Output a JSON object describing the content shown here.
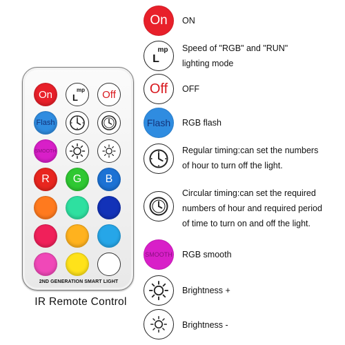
{
  "remote": {
    "label_on": "On",
    "label_off": "Off",
    "label_flash": "Flash",
    "label_smooth": "SMOOTH",
    "label_r": "R",
    "label_g": "G",
    "label_b": "B",
    "mode_icon_sup": "mp",
    "mode_icon_main": "L",
    "footer": "2ND GENERATION SMART LIGHT",
    "caption": "IR Remote Control",
    "colors": {
      "on": "#e8202a",
      "flash": "#2f8ce0",
      "smooth": "#d81fc8",
      "r": "#e8261f",
      "g": "#2fc832",
      "b": "#1c72d4",
      "row5": [
        "#ff7a1e",
        "#2ee0a0",
        "#1232b8"
      ],
      "row6": [
        "#f0205a",
        "#ffb21e",
        "#26a6e8"
      ],
      "row7": [
        "#f048b8",
        "#ffe21a",
        "#ffffff"
      ]
    }
  },
  "legend": {
    "on": "ON",
    "speed_line1": "Speed of \"RGB\" and \"RUN\"",
    "speed_line2": "lighting mode",
    "off": "OFF",
    "flash": "RGB flash",
    "regular_line1": "Regular timing:can set the numbers",
    "regular_line2": "of hour to turn off the light.",
    "circular_line1": "Circular timing:can set the required",
    "circular_line2": "numbers of hour and required period",
    "circular_line3": "of time to turn on and off the light.",
    "smooth": "RGB smooth",
    "bright_plus": "Brightness +",
    "bright_minus": "Brightness -"
  }
}
